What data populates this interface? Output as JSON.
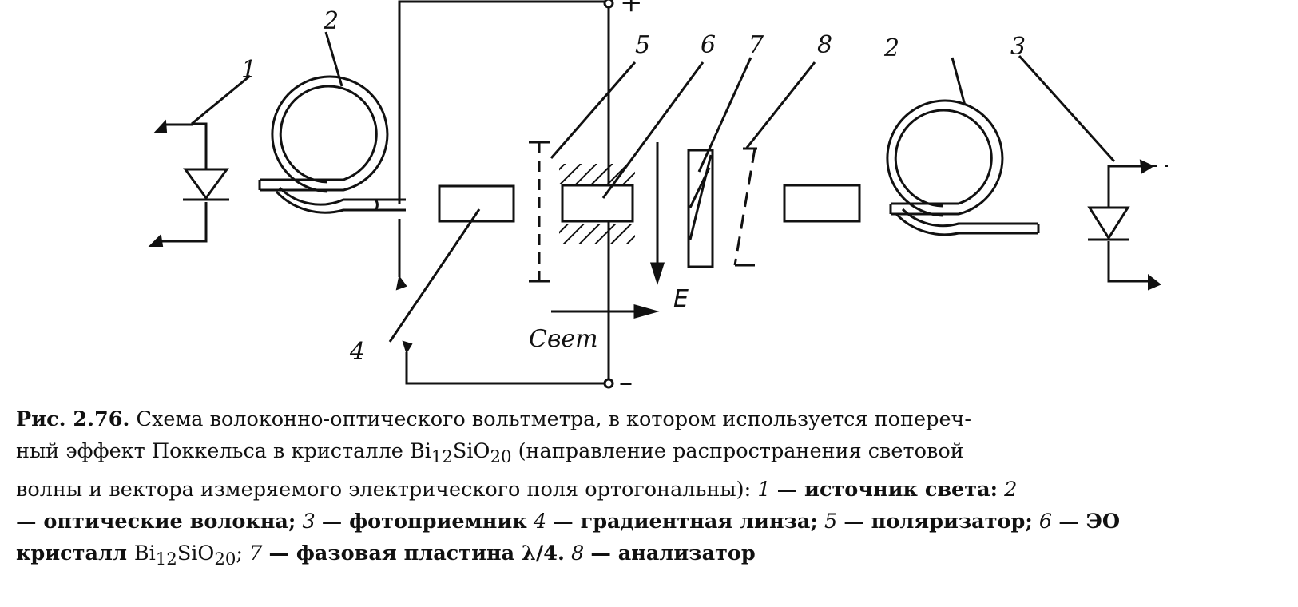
{
  "figure": {
    "component_labels": {
      "source": "1",
      "fiber_left": "2",
      "fiber_right": "2",
      "photodetector": "3",
      "grin_lens": "4",
      "polarizer": "5",
      "eo_crystal": "6",
      "wave_plate": "7",
      "analyzer": "8"
    },
    "terminal_plus": "+",
    "terminal_minus": "–",
    "field_label": "E",
    "light_label": "Свет"
  },
  "caption": {
    "fig_number": "Рис. 2.76.",
    "title": "Схема волоконно-оптического вольтметра, в котором используется попереч-",
    "line2_a": "ный эффект Поккельса в кристалле ",
    "formula_a": "Bi",
    "formula_a_sub1": "12",
    "formula_a_mid": "SiO",
    "formula_a_sub2": "20",
    "line2_b": " (направление распространения световой",
    "line3_text": "волны и вектора измеряемого электрического поля ортогональны):",
    "item1_num": "1",
    "item1_text": "— источник света:",
    "item2_num": "2",
    "item2_text": "— оптические волокна;",
    "item3_num": "3",
    "item3_text": "— фотоприемник",
    "item4_num": "4",
    "item4_text": "— градиентная линза;",
    "item5_num": "5",
    "item5_text": "— поляризатор;",
    "item6_num": "6",
    "item6_text": "— ЭО",
    "line5_a": "кристалл ",
    "formula_b": "Bi",
    "formula_b_sub1": "12",
    "formula_b_mid": "SiO",
    "formula_b_sub2": "20",
    "line5_b": ";",
    "item7_num": "7",
    "item7_text": "— фазовая пластина λ/4.",
    "item8_num": "8",
    "item8_text": "— анализатор"
  }
}
